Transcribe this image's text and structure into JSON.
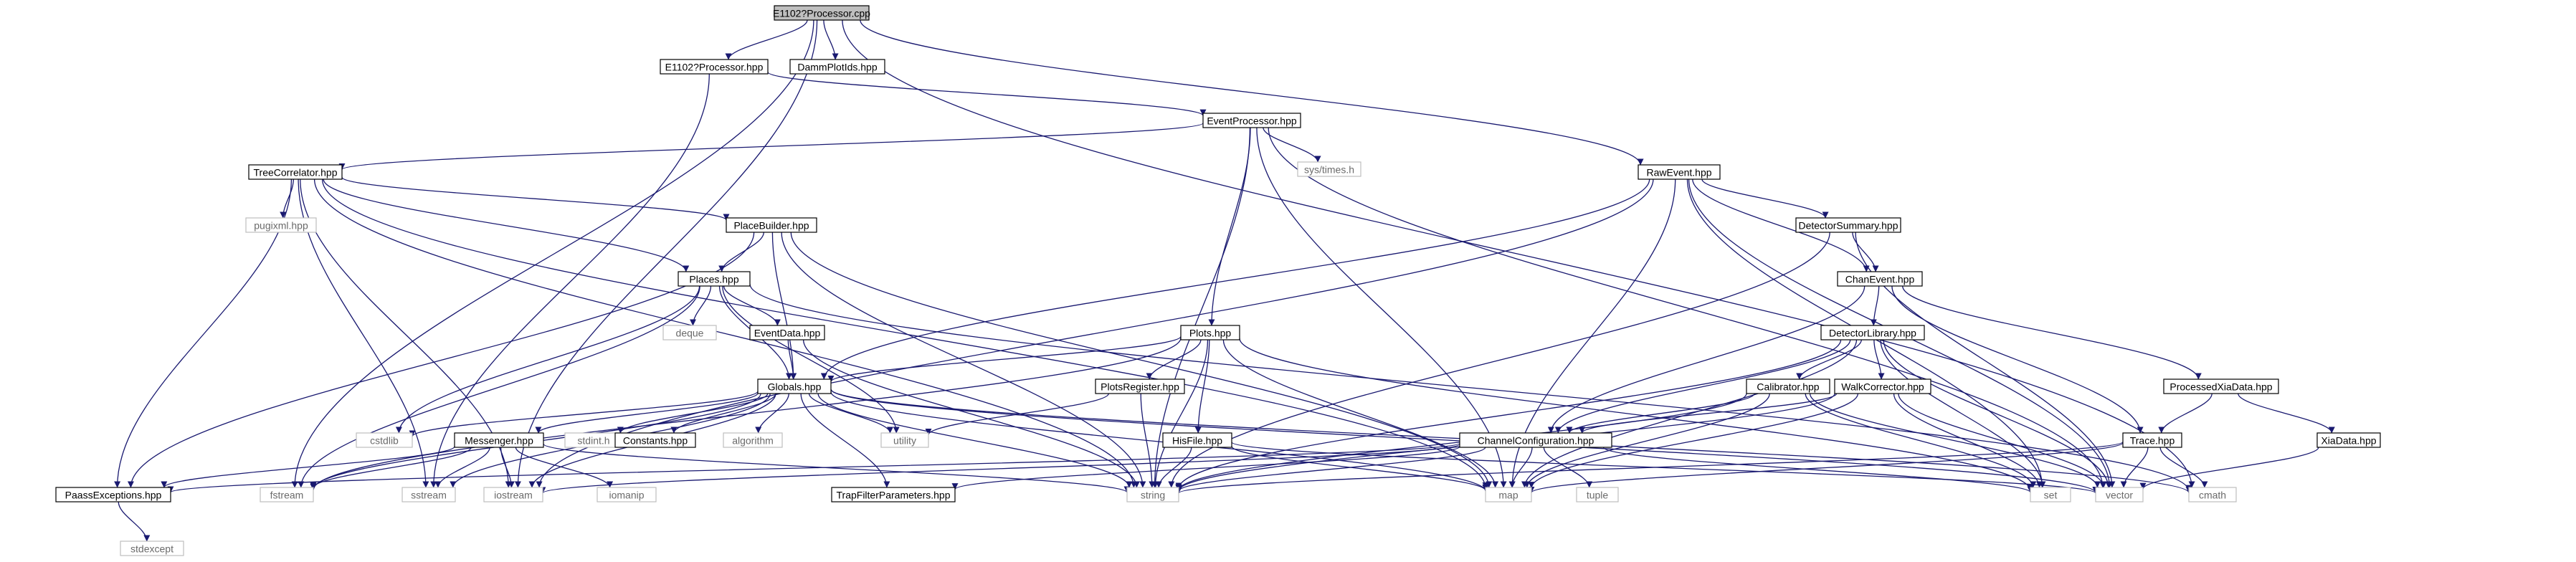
{
  "colors": {
    "edge": "#191970",
    "box_border": "#000000",
    "missing_border": "#bfbfbf",
    "missing_text": "#6a6a6a",
    "root_fill": "#bfbfbf",
    "box_fill": "#ffffff",
    "text": "#000000"
  },
  "graph": {
    "nodes": [
      {
        "id": "e1102cpp",
        "label": "E1102?Processor.cpp",
        "kind": "root"
      },
      {
        "id": "e1102hpp",
        "label": "E1102?Processor.hpp",
        "kind": "box"
      },
      {
        "id": "damm",
        "label": "DammPlotIds.hpp",
        "kind": "box"
      },
      {
        "id": "evproc",
        "label": "EventProcessor.hpp",
        "kind": "box"
      },
      {
        "id": "systimes",
        "label": "sys/times.h",
        "kind": "missing"
      },
      {
        "id": "treecorr",
        "label": "TreeCorrelator.hpp",
        "kind": "box"
      },
      {
        "id": "rawevent",
        "label": "RawEvent.hpp",
        "kind": "box"
      },
      {
        "id": "pugixml",
        "label": "pugixml.hpp",
        "kind": "missing"
      },
      {
        "id": "placebuilder",
        "label": "PlaceBuilder.hpp",
        "kind": "box"
      },
      {
        "id": "detsummary",
        "label": "DetectorSummary.hpp",
        "kind": "box"
      },
      {
        "id": "places",
        "label": "Places.hpp",
        "kind": "box"
      },
      {
        "id": "chanevent",
        "label": "ChanEvent.hpp",
        "kind": "box"
      },
      {
        "id": "deque",
        "label": "deque",
        "kind": "missing"
      },
      {
        "id": "eventdata",
        "label": "EventData.hpp",
        "kind": "box"
      },
      {
        "id": "plots",
        "label": "Plots.hpp",
        "kind": "box"
      },
      {
        "id": "detlibrary",
        "label": "DetectorLibrary.hpp",
        "kind": "box"
      },
      {
        "id": "plotsreg",
        "label": "PlotsRegister.hpp",
        "kind": "box"
      },
      {
        "id": "globals",
        "label": "Globals.hpp",
        "kind": "box"
      },
      {
        "id": "calibrator",
        "label": "Calibrator.hpp",
        "kind": "box"
      },
      {
        "id": "walkcorr",
        "label": "WalkCorrector.hpp",
        "kind": "box"
      },
      {
        "id": "procxia",
        "label": "ProcessedXiaData.hpp",
        "kind": "box"
      },
      {
        "id": "cstdlib",
        "label": "cstdlib",
        "kind": "missing"
      },
      {
        "id": "messenger",
        "label": "Messenger.hpp",
        "kind": "box"
      },
      {
        "id": "stdinth",
        "label": "stdint.h",
        "kind": "missing"
      },
      {
        "id": "constants",
        "label": "Constants.hpp",
        "kind": "box"
      },
      {
        "id": "algorithm",
        "label": "algorithm",
        "kind": "missing"
      },
      {
        "id": "utility",
        "label": "utility",
        "kind": "missing"
      },
      {
        "id": "hisfile",
        "label": "HisFile.hpp",
        "kind": "box"
      },
      {
        "id": "chanconfig",
        "label": "ChannelConfiguration.hpp",
        "kind": "box"
      },
      {
        "id": "tracehpp",
        "label": "Trace.hpp",
        "kind": "box"
      },
      {
        "id": "xiadata",
        "label": "XiaData.hpp",
        "kind": "box"
      },
      {
        "id": "paassexc",
        "label": "PaassExceptions.hpp",
        "kind": "box"
      },
      {
        "id": "fstream",
        "label": "fstream",
        "kind": "missing"
      },
      {
        "id": "sstream",
        "label": "sstream",
        "kind": "missing"
      },
      {
        "id": "iostream",
        "label": "iostream",
        "kind": "missing"
      },
      {
        "id": "iomanip",
        "label": "iomanip",
        "kind": "missing"
      },
      {
        "id": "string",
        "label": "string",
        "kind": "missing"
      },
      {
        "id": "trapfilter",
        "label": "TrapFilterParameters.hpp",
        "kind": "box"
      },
      {
        "id": "map",
        "label": "map",
        "kind": "missing"
      },
      {
        "id": "tuple",
        "label": "tuple",
        "kind": "missing"
      },
      {
        "id": "set",
        "label": "set",
        "kind": "missing"
      },
      {
        "id": "vector",
        "label": "vector",
        "kind": "missing"
      },
      {
        "id": "cmath",
        "label": "cmath",
        "kind": "missing"
      },
      {
        "id": "stdexcept",
        "label": "stdexcept",
        "kind": "missing"
      }
    ],
    "edges": [
      [
        "e1102cpp",
        "e1102hpp"
      ],
      [
        "e1102cpp",
        "damm"
      ],
      [
        "e1102cpp",
        "rawevent"
      ],
      [
        "e1102cpp",
        "fstream"
      ],
      [
        "e1102cpp",
        "iostream"
      ],
      [
        "e1102cpp",
        "cmath"
      ],
      [
        "e1102hpp",
        "evproc"
      ],
      [
        "e1102hpp",
        "sstream"
      ],
      [
        "evproc",
        "systimes"
      ],
      [
        "evproc",
        "treecorr"
      ],
      [
        "evproc",
        "plots"
      ],
      [
        "evproc",
        "string"
      ],
      [
        "evproc",
        "map"
      ],
      [
        "evproc",
        "vector"
      ],
      [
        "treecorr",
        "pugixml"
      ],
      [
        "treecorr",
        "placebuilder"
      ],
      [
        "treecorr",
        "places"
      ],
      [
        "treecorr",
        "paassexc"
      ],
      [
        "treecorr",
        "iostream"
      ],
      [
        "treecorr",
        "sstream"
      ],
      [
        "treecorr",
        "string"
      ],
      [
        "treecorr",
        "map"
      ],
      [
        "rawevent",
        "detsummary"
      ],
      [
        "rawevent",
        "chanevent"
      ],
      [
        "rawevent",
        "globals"
      ],
      [
        "rawevent",
        "iostream"
      ],
      [
        "rawevent",
        "map"
      ],
      [
        "rawevent",
        "set"
      ],
      [
        "rawevent",
        "vector"
      ],
      [
        "placebuilder",
        "places"
      ],
      [
        "placebuilder",
        "globals"
      ],
      [
        "placebuilder",
        "paassexc"
      ],
      [
        "placebuilder",
        "string"
      ],
      [
        "placebuilder",
        "map"
      ],
      [
        "detsummary",
        "chanevent"
      ],
      [
        "detsummary",
        "string"
      ],
      [
        "detsummary",
        "vector"
      ],
      [
        "places",
        "deque"
      ],
      [
        "places",
        "eventdata"
      ],
      [
        "places",
        "globals"
      ],
      [
        "places",
        "cstdlib"
      ],
      [
        "places",
        "utility"
      ],
      [
        "places",
        "fstream"
      ],
      [
        "places",
        "cmath"
      ],
      [
        "chanevent",
        "detlibrary"
      ],
      [
        "chanevent",
        "chanconfig"
      ],
      [
        "chanevent",
        "procxia"
      ],
      [
        "chanevent",
        "tracehpp"
      ],
      [
        "eventdata",
        "globals"
      ],
      [
        "eventdata",
        "string"
      ],
      [
        "plots",
        "plotsreg"
      ],
      [
        "plots",
        "hisfile"
      ],
      [
        "plots",
        "globals"
      ],
      [
        "plots",
        "string"
      ],
      [
        "plots",
        "map"
      ],
      [
        "plots",
        "set"
      ],
      [
        "plots",
        "fstream"
      ],
      [
        "detlibrary",
        "calibrator"
      ],
      [
        "detlibrary",
        "walkcorr"
      ],
      [
        "detlibrary",
        "chanconfig"
      ],
      [
        "detlibrary",
        "string"
      ],
      [
        "detlibrary",
        "map"
      ],
      [
        "detlibrary",
        "set"
      ],
      [
        "detlibrary",
        "vector"
      ],
      [
        "plotsreg",
        "utility"
      ],
      [
        "plotsreg",
        "string"
      ],
      [
        "globals",
        "cstdlib"
      ],
      [
        "globals",
        "messenger"
      ],
      [
        "globals",
        "stdinth"
      ],
      [
        "globals",
        "constants"
      ],
      [
        "globals",
        "algorithm"
      ],
      [
        "globals",
        "utility"
      ],
      [
        "globals",
        "trapfilter"
      ],
      [
        "globals",
        "fstream"
      ],
      [
        "globals",
        "sstream"
      ],
      [
        "globals",
        "iostream"
      ],
      [
        "globals",
        "string"
      ],
      [
        "globals",
        "map"
      ],
      [
        "globals",
        "vector"
      ],
      [
        "globals",
        "cmath"
      ],
      [
        "calibrator",
        "chanconfig"
      ],
      [
        "calibrator",
        "string"
      ],
      [
        "calibrator",
        "map"
      ],
      [
        "calibrator",
        "set"
      ],
      [
        "calibrator",
        "vector"
      ],
      [
        "walkcorr",
        "chanconfig"
      ],
      [
        "walkcorr",
        "map"
      ],
      [
        "walkcorr",
        "set"
      ],
      [
        "walkcorr",
        "string"
      ],
      [
        "walkcorr",
        "vector"
      ],
      [
        "procxia",
        "tracehpp"
      ],
      [
        "procxia",
        "xiadata"
      ],
      [
        "messenger",
        "paassexc"
      ],
      [
        "messenger",
        "fstream"
      ],
      [
        "messenger",
        "sstream"
      ],
      [
        "messenger",
        "iostream"
      ],
      [
        "messenger",
        "iomanip"
      ],
      [
        "messenger",
        "string"
      ],
      [
        "hisfile",
        "string"
      ],
      [
        "hisfile",
        "map"
      ],
      [
        "hisfile",
        "vector"
      ],
      [
        "chanconfig",
        "trapfilter"
      ],
      [
        "chanconfig",
        "string"
      ],
      [
        "chanconfig",
        "map"
      ],
      [
        "chanconfig",
        "set"
      ],
      [
        "chanconfig",
        "tuple"
      ],
      [
        "chanconfig",
        "iostream"
      ],
      [
        "chanconfig",
        "paassexc"
      ],
      [
        "tracehpp",
        "string"
      ],
      [
        "tracehpp",
        "vector"
      ],
      [
        "tracehpp",
        "map"
      ],
      [
        "tracehpp",
        "cmath"
      ],
      [
        "xiadata",
        "vector"
      ],
      [
        "paassexc",
        "stdexcept"
      ]
    ]
  }
}
